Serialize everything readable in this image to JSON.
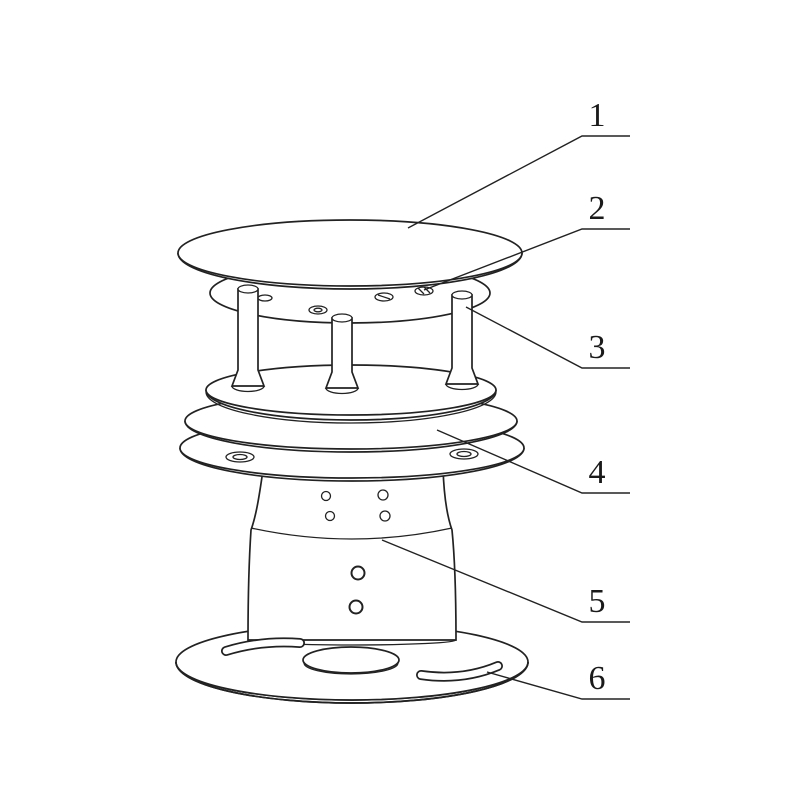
{
  "diagram": {
    "background_color": "#ffffff",
    "line_color": "#222222",
    "callouts": [
      {
        "label": "1"
      },
      {
        "label": "2"
      },
      {
        "label": "3"
      },
      {
        "label": "4"
      },
      {
        "label": "5"
      },
      {
        "label": "6"
      }
    ]
  }
}
